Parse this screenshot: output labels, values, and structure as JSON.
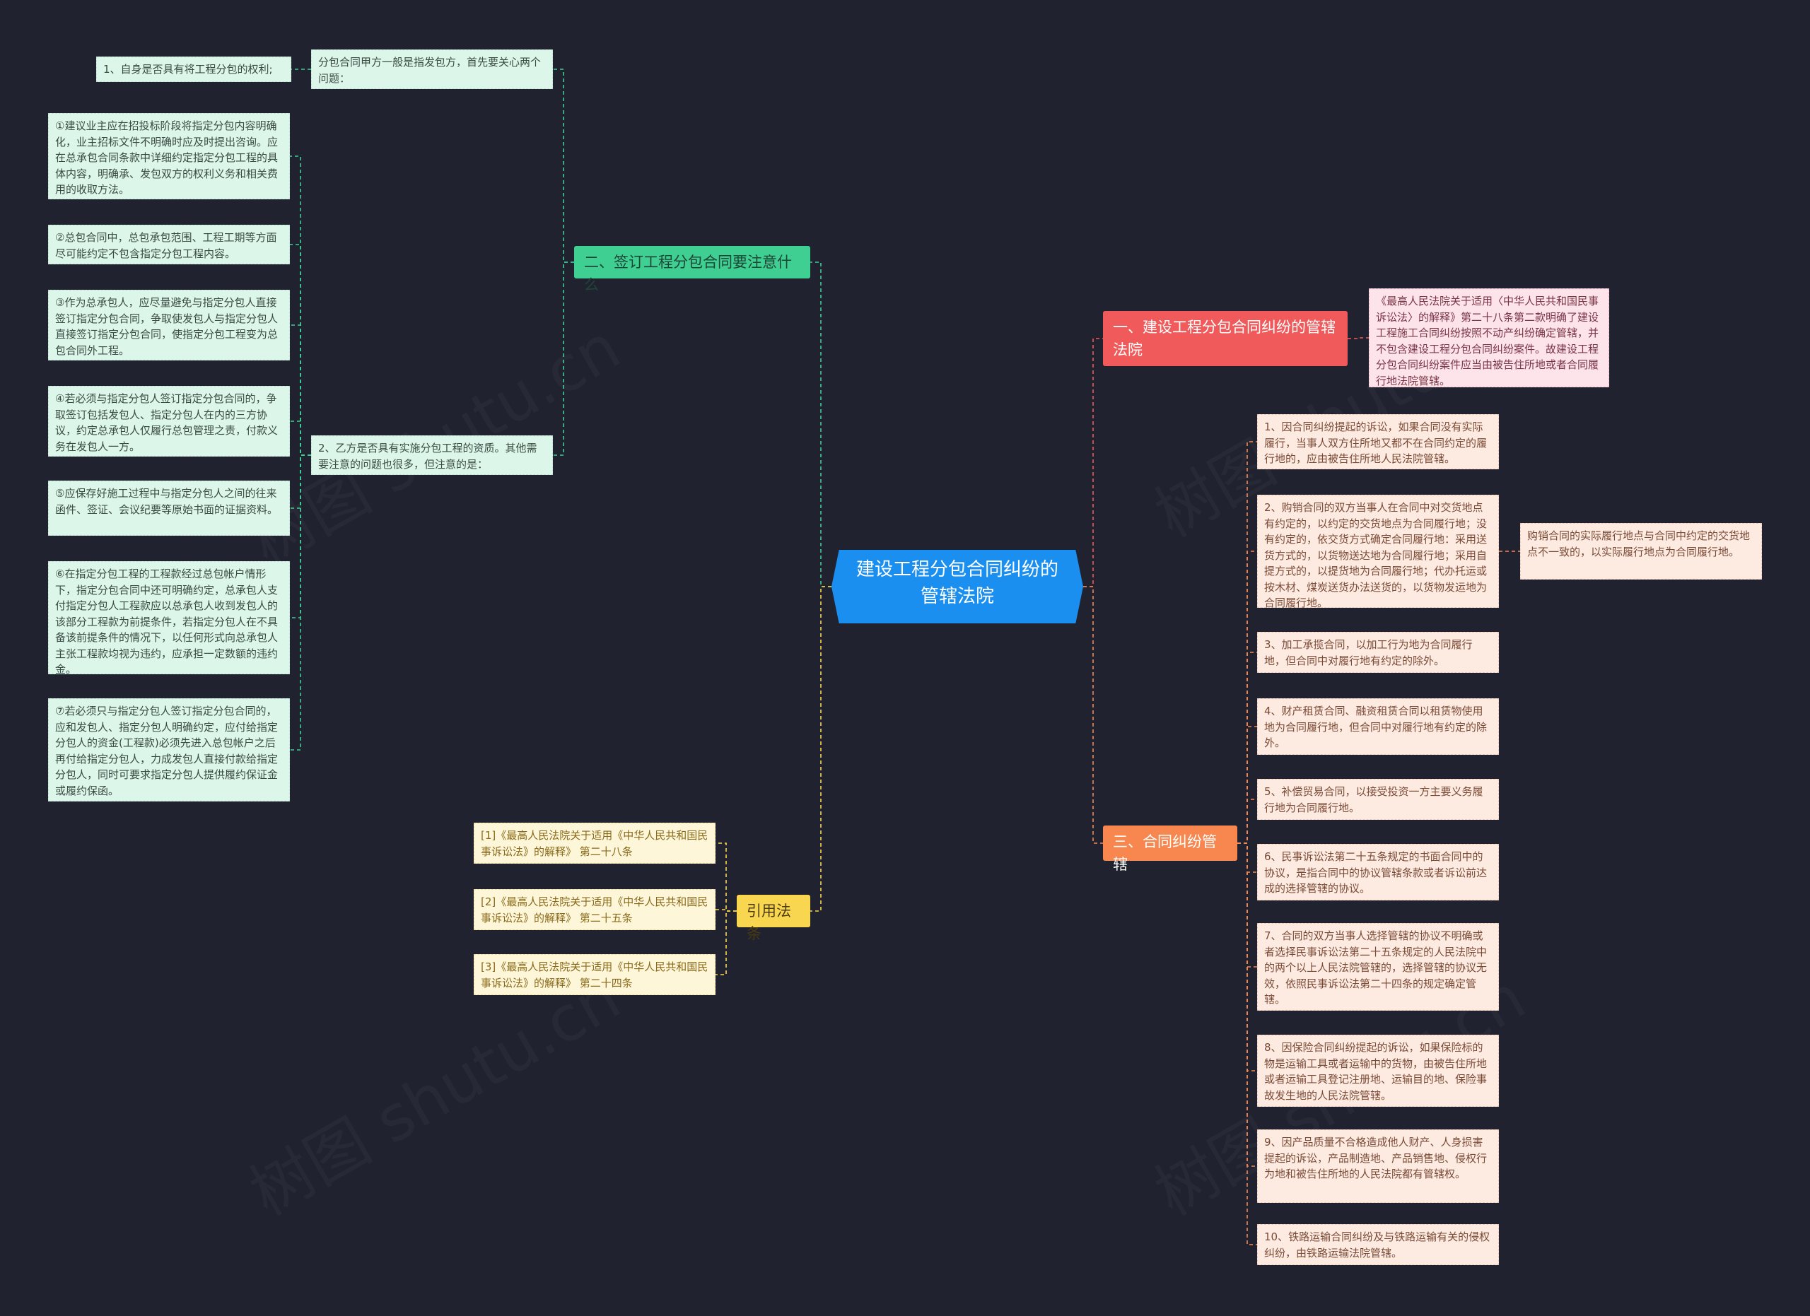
{
  "colors": {
    "background": "#20232f",
    "root": "#1a8ff0",
    "branch_green": "#3fcf92",
    "branch_red": "#f05a5a",
    "branch_orange": "#f7874e",
    "branch_yellow": "#f9d64f"
  },
  "watermark": "树图 shutu.cn",
  "root": {
    "title": "建设工程分包合同纠纷的管辖法院"
  },
  "branch1": {
    "title": "一、建设工程分包合同纠纷的管辖法院",
    "detail": "《最高人民法院关于适用〈中华人民共和国民事诉讼法〉的解释》第二十八条第二款明确了建设工程施工合同纠纷按照不动产纠纷确定管辖，并不包含建设工程分包合同纠纷案件。故建设工程分包合同纠纷案件应当由被告住所地或者合同履行地法院管辖。"
  },
  "branch2": {
    "title": "二、签订工程分包合同要注意什么",
    "sub1": {
      "text": "分包合同甲方一般是指发包方，首先要关心两个问题：",
      "child": "1、自身是否具有将工程分包的权利;"
    },
    "sub2": {
      "text": "2、乙方是否具有实施分包工程的资质。其他需要注意的问题也很多，但注意的是：",
      "children": [
        "①建议业主应在招投标阶段将指定分包内容明确化，业主招标文件不明确时应及时提出咨询。应在总承包合同条款中详细约定指定分包工程的具体内容，明确承、发包双方的权利义务和相关费用的收取方法。",
        "②总包合同中，总包承包范围、工程工期等方面尽可能约定不包含指定分包工程内容。",
        "③作为总承包人，应尽量避免与指定分包人直接签订指定分包合同，争取使发包人与指定分包人直接签订指定分包合同，使指定分包工程变为总包合同外工程。",
        "④若必须与指定分包人签订指定分包合同的，争取签订包括发包人、指定分包人在内的三方协议，约定总承包人仅履行总包管理之责，付款义务在发包人一方。",
        "⑤应保存好施工过程中与指定分包人之间的往来函件、签证、会议纪要等原始书面的证据资料。",
        "⑥在指定分包工程的工程款经过总包帐户情形下，指定分包合同中还可明确约定，总承包人支付指定分包人工程款应以总承包人收到发包人的该部分工程款为前提条件，若指定分包人在不具备该前提条件的情况下，以任何形式向总承包人主张工程款均视为违约，应承担一定数额的违约金。",
        "⑦若必须只与指定分包人签订指定分包合同的，应和发包人、指定分包人明确约定，应付给指定分包人的资金(工程款)必须先进入总包帐户之后再付给指定分包人，力成发包人直接付款给指定分包人，同时可要求指定分包人提供履约保证金或履约保函。"
      ]
    }
  },
  "branch3": {
    "title": "三、合同纠纷管辖",
    "items": [
      "1、因合同纠纷提起的诉讼，如果合同没有实际履行，当事人双方住所地又都不在合同约定的履行地的，应由被告住所地人民法院管辖。",
      "2、购销合同的双方当事人在合同中对交货地点有约定的，以约定的交货地点为合同履行地；没有约定的，依交货方式确定合同履行地：采用送货方式的，以货物送达地为合同履行地；采用自提方式的，以提货地为合同履行地；代办托运或按木材、煤炭送货办法送货的，以货物发运地为合同履行地。",
      "3、加工承揽合同，以加工行为地为合同履行地，但合同中对履行地有约定的除外。",
      "4、财产租赁合同、融资租赁合同以租赁物使用地为合同履行地，但合同中对履行地有约定的除外。",
      "5、补偿贸易合同，以接受投资一方主要义务履行地为合同履行地。",
      "6、民事诉讼法第二十五条规定的书面合同中的协议，是指合同中的协议管辖条款或者诉讼前达成的选择管辖的协议。",
      "7、合同的双方当事人选择管辖的协议不明确或者选择民事诉讼法第二十五条规定的人民法院中的两个以上人民法院管辖的，选择管辖的协议无效，依照民事诉讼法第二十四条的规定确定管辖。",
      "8、因保险合同纠纷提起的诉讼，如果保险标的物是运输工具或者运输中的货物，由被告住所地或者运输工具登记注册地、运输目的地、保险事故发生地的人民法院管辖。",
      "9、因产品质量不合格造成他人财产、人身损害提起的诉讼，产品制造地、产品销售地、侵权行为地和被告住所地的人民法院都有管辖权。",
      "10、铁路运输合同纠纷及与铁路运输有关的侵权纠纷，由铁路运输法院管辖。"
    ],
    "item2_note": "购销合同的实际履行地点与合同中约定的交货地点不一致的，以实际履行地点为合同履行地。"
  },
  "branch4": {
    "title": "引用法条",
    "items": [
      "[1]《最高人民法院关于适用《中华人民共和国民事诉讼法》的解释》 第二十八条",
      "[2]《最高人民法院关于适用《中华人民共和国民事诉讼法》的解释》 第二十五条",
      "[3]《最高人民法院关于适用《中华人民共和国民事诉讼法》的解释》 第二十四条"
    ]
  }
}
